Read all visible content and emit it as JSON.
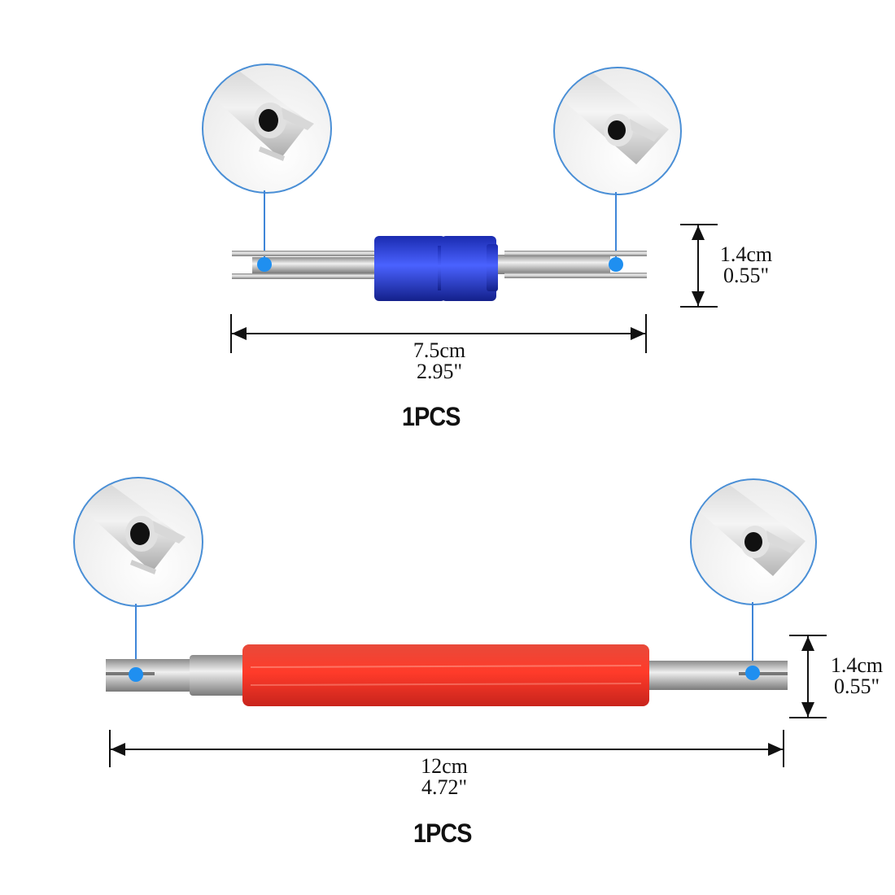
{
  "product_1": {
    "color": "#2b3fc4",
    "height_cm": "1.4cm",
    "height_in": "0.55\"",
    "length_cm": "7.5cm",
    "length_in": "2.95\"",
    "quantity": "1PCS"
  },
  "product_2": {
    "color": "#e8302a",
    "height_cm": "1.4cm",
    "height_in": "0.55\"",
    "length_cm": "12cm",
    "length_in": "4.72\"",
    "quantity": "1PCS"
  },
  "callout_color": "#4a8fd6",
  "marker_color": "#1f8ff0"
}
